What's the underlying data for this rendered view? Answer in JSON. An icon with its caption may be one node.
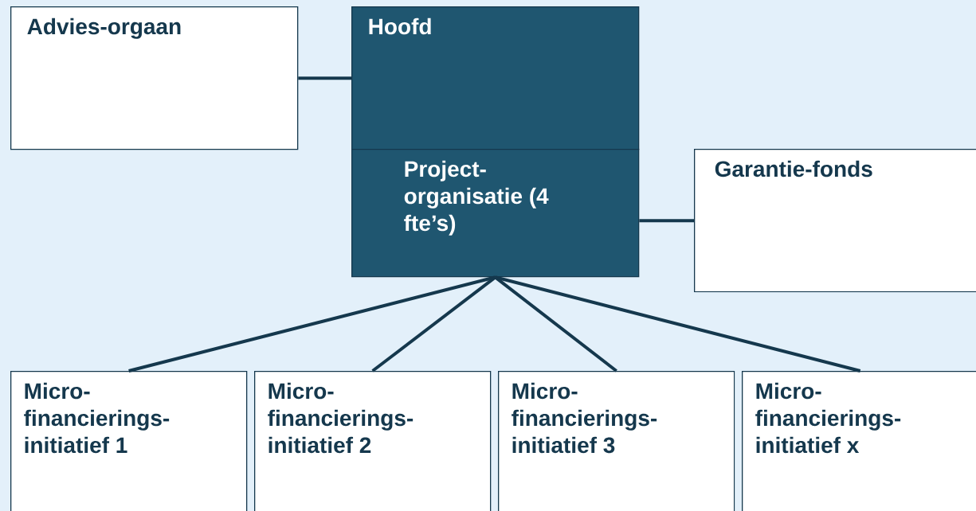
{
  "diagram": {
    "nodes": [
      {
        "text": [
          "Advies-orgaan"
        ]
      },
      {
        "text": [
          "Hoofd"
        ]
      },
      {
        "text": [
          "Project- organisatie (4 fte’s)"
        ]
      },
      {
        "text": [
          "Garantie-fonds"
        ]
      },
      {
        "text": [
          "Micro- financierings- initiatief 1"
        ]
      },
      {
        "text": [
          "Micro- financierings- initiatief 2"
        ]
      },
      {
        "text": [
          "Micro- financierings- initiatief 3"
        ]
      },
      {
        "text": [
          "Micro- financierings- initiatief x"
        ]
      }
    ],
    "edges": [
      {
        "from": 0,
        "to": 1,
        "arrow": "none"
      },
      {
        "from": 2,
        "to": 3,
        "arrow": "none"
      },
      {
        "from": 2,
        "to": 4,
        "arrow": "none"
      },
      {
        "from": 2,
        "to": 5,
        "arrow": "none"
      },
      {
        "from": 2,
        "to": 6,
        "arrow": "none"
      },
      {
        "from": 2,
        "to": 7,
        "arrow": "none"
      }
    ]
  }
}
